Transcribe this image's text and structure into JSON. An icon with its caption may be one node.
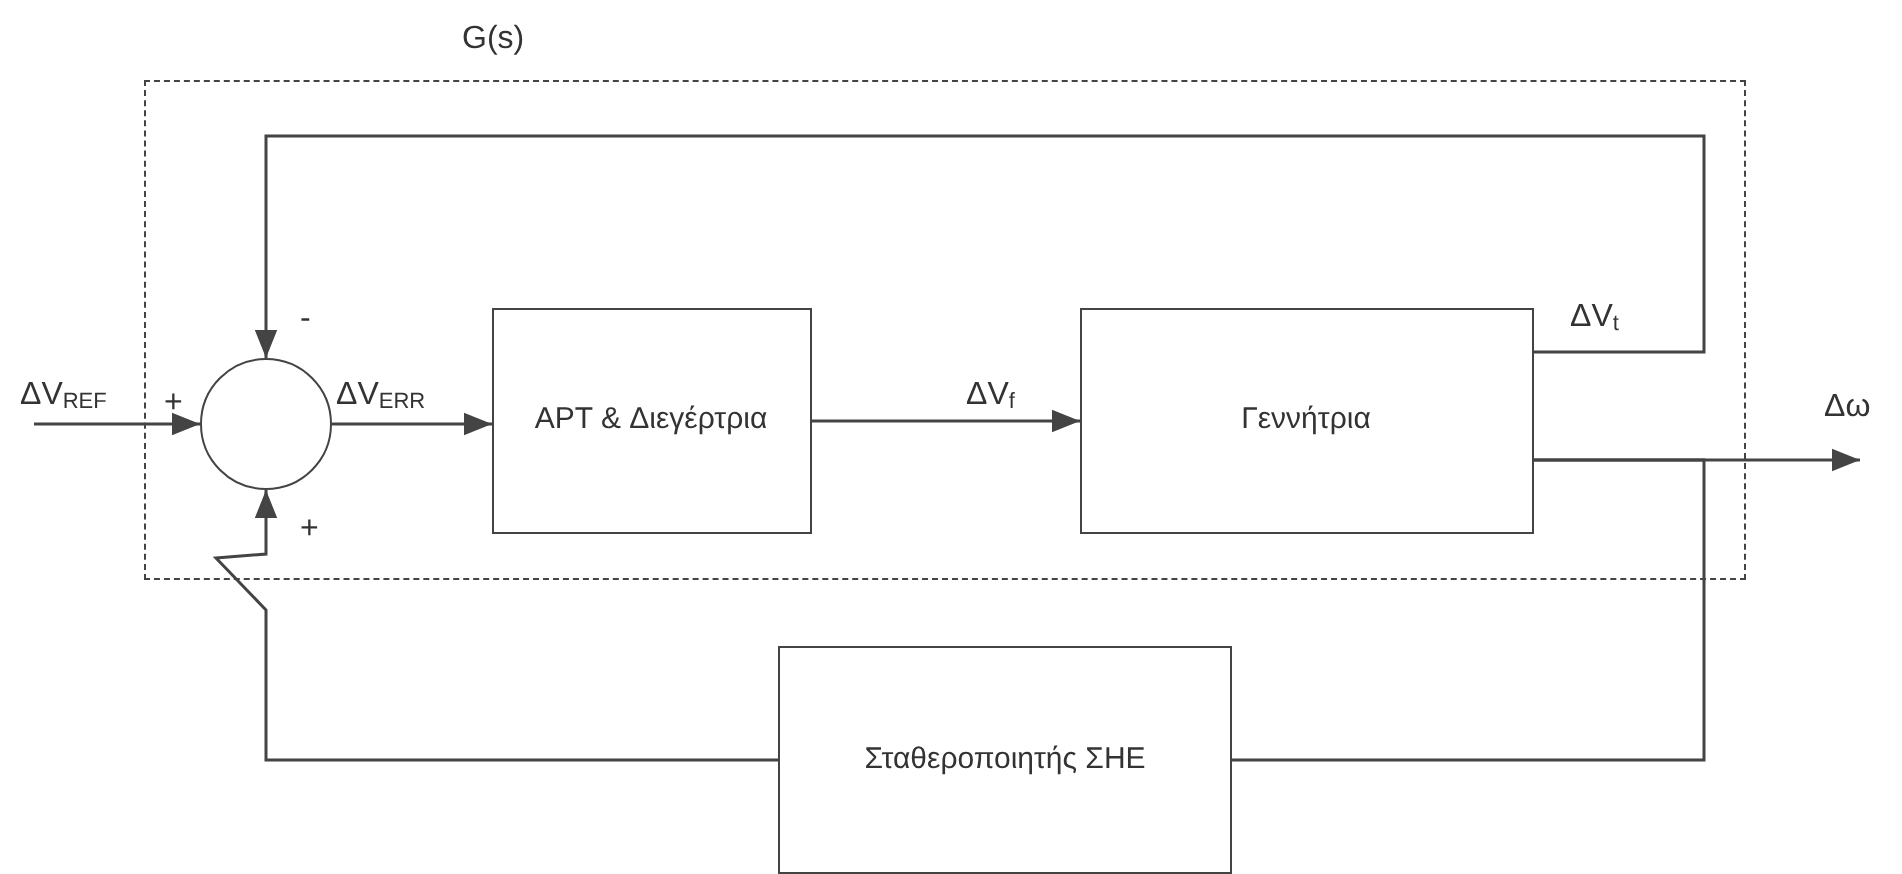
{
  "diagram": {
    "nodes": [
      {
        "text": [
          "G(s)"
        ]
      },
      {
        "text": [],
        "shape": "circle",
        "in": 0
      },
      {
        "text": [
          "APT & Διεγέρτρια"
        ],
        "in": 0
      },
      {
        "text": [
          "Γεννήτρια"
        ],
        "in": 0
      },
      {
        "text": [
          "Σταθεροποιητής ΣΗΕ"
        ]
      }
    ],
    "edges": [
      {
        "from": null,
        "to": 1,
        "arrow": "to",
        "label": "ΔV$_{REF}$"
      },
      {
        "from": 1,
        "to": 2,
        "arrow": "to",
        "label": "ΔV$_{ERR}$"
      },
      {
        "from": 2,
        "to": 3,
        "arrow": "to",
        "label": "ΔV$_{f}$"
      },
      {
        "from": 3,
        "to": 1,
        "arrow": "to",
        "label": "ΔV$_{t}$"
      },
      {
        "from": 3,
        "to": null,
        "arrow": "to",
        "label": "Δω"
      },
      {
        "from": 3,
        "to": 4,
        "arrow": "none"
      },
      {
        "from": 4,
        "to": 1,
        "arrow": "to"
      }
    ],
    "labels": [
      "-",
      "+",
      "+"
    ]
  }
}
